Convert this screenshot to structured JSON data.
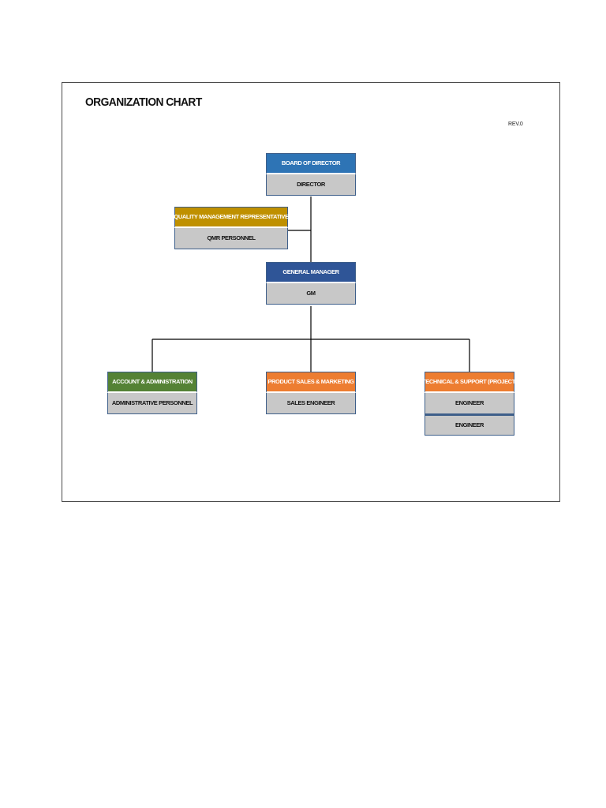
{
  "document": {
    "title": "ORGANIZATION CHART",
    "revision": "REV.0"
  },
  "colors": {
    "board": "#2e74b5",
    "general_manager": "#2f5597",
    "quality": "#bf9000",
    "account": "#548235",
    "sales": "#ed7d31",
    "technical": "#ed7d31",
    "cell_fill": "#c8c8c8",
    "connector": "#000000"
  },
  "chart": {
    "board": {
      "title": "BOARD OF DIRECTOR",
      "members": [
        "DIRECTOR"
      ]
    },
    "quality": {
      "title": "QUALITY MANAGEMENT REPRESENTATIVE",
      "members": [
        "QMR PERSONNEL"
      ]
    },
    "general_manager": {
      "title": "GENERAL MANAGER",
      "members": [
        "GM"
      ]
    },
    "account": {
      "title": "ACCOUNT & ADMINISTRATION",
      "members": [
        "ADMINISTRATIVE PERSONNEL"
      ]
    },
    "sales": {
      "title": "PRODUCT SALES & MARKETING",
      "members": [
        "SALES ENGINEER"
      ]
    },
    "technical": {
      "title": "TECHNICAL & SUPPORT (PROJECT)",
      "members": [
        "ENGINEER",
        "ENGINEER"
      ]
    }
  }
}
